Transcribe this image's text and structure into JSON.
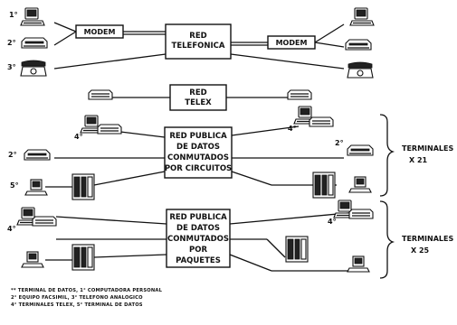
{
  "networks": {
    "telefonica": [
      "RED",
      "TELEFONICA"
    ],
    "telex": [
      "RED",
      "TELEX"
    ],
    "circuitos": [
      "RED PUBLICA",
      "DE DATOS",
      "CONMUTADOS",
      "POR CIRCUITOS"
    ],
    "paquetes": [
      "RED PUBLICA",
      "DE DATOS",
      "CONMUTADOS",
      "POR",
      "PAQUETES"
    ]
  },
  "modem_label": "MODEM",
  "terminal_groups": [
    [
      "TERMINALES",
      "X 21"
    ],
    [
      "TERMINALES",
      "X 25"
    ]
  ],
  "device_numbers": {
    "n1": "1°",
    "n2": "2°",
    "n3": "3°",
    "n4": "4°",
    "n5": "5°"
  },
  "legend": [
    "** TERMINAL DE DATOS,  1° COMPUTADORA PERSONAL",
    "2° EQUIPO FACSIMIL,  3° TELEFONO ANALOGICO",
    "4° TERMINALES TELEX,  5° TERMINAL DE DATOS"
  ]
}
